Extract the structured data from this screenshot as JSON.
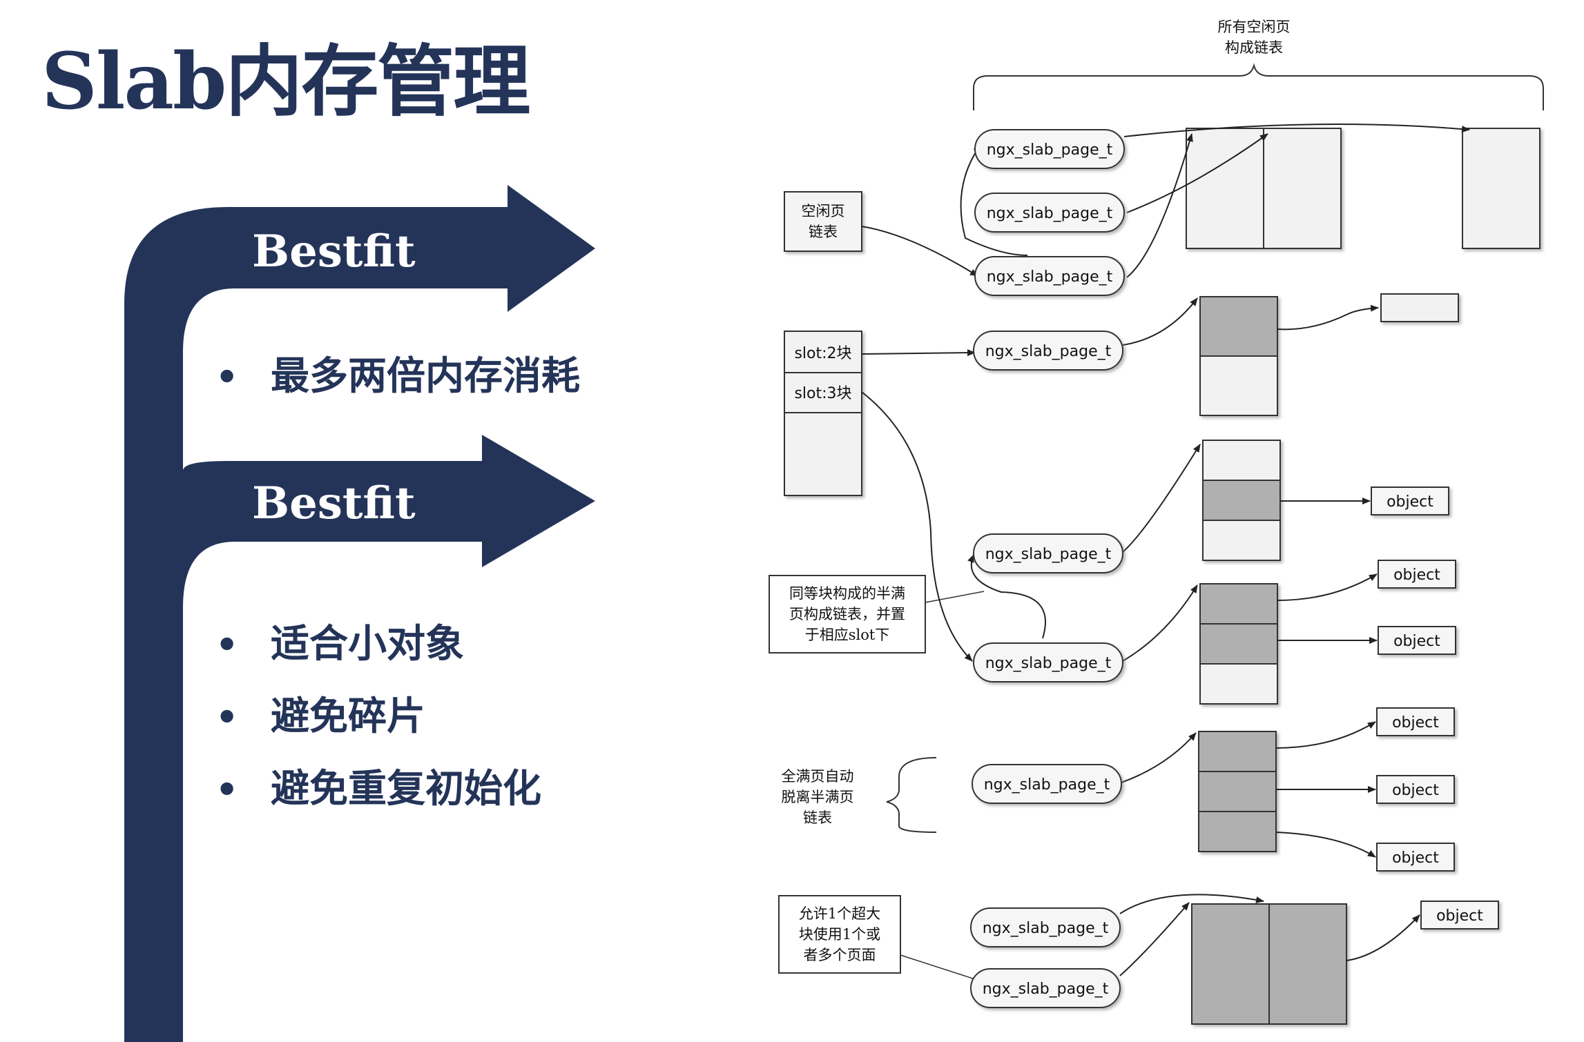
{
  "slide": {
    "title": "Slab内存管理",
    "sections": [
      {
        "heading": "Bestfit",
        "bullets": [
          "最多两倍内存消耗"
        ]
      },
      {
        "heading": "Bestfit",
        "bullets": [
          "适合小对象",
          "避免碎片",
          "避免重复初始化"
        ]
      }
    ],
    "bullet_symbol": "•",
    "accent_color": "#243459"
  },
  "diagram": {
    "node_label": "ngx_slab_page_t",
    "object_label": "object",
    "labels": {
      "all_free_pages_line1": "所有空闲页",
      "all_free_pages_line2": "构成链表",
      "free_list_line1": "空闲页",
      "free_list_line2": "链表",
      "slot2": "slot:2块",
      "slot3": "slot:3块",
      "half_full_line1": "同等块构成的半满",
      "half_full_line2": "页构成链表，并置",
      "half_full_line3": "于相应slot下",
      "full_line1": "全满页自动",
      "full_line2": "脱离半满页",
      "full_line3": "链表",
      "large_line1": "允许1个超大",
      "large_line2": "块使用1个或",
      "large_line3": "者多个页面"
    }
  }
}
